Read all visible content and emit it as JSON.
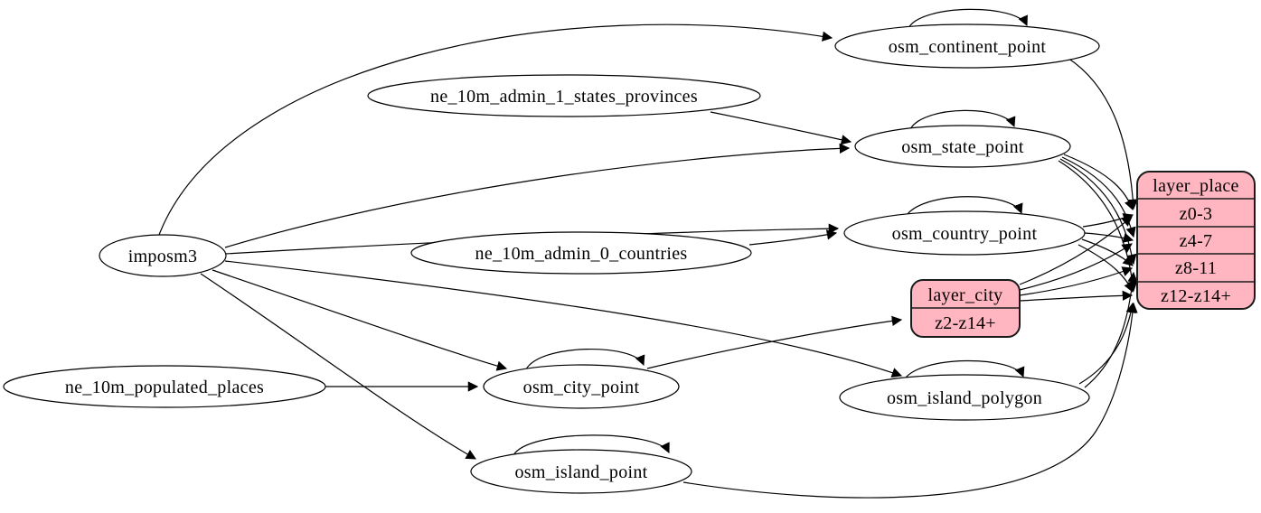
{
  "diagram": {
    "background": "#ffffff",
    "stroke_color": "#000000",
    "ellipse_fill": "#ffffff",
    "record_fill": "#ffb6c1"
  },
  "nodes": {
    "imposm3": "imposm3",
    "ne_10m_admin_1_states_provinces": "ne_10m_admin_1_states_provinces",
    "ne_10m_admin_0_countries": "ne_10m_admin_0_countries",
    "ne_10m_populated_places": "ne_10m_populated_places",
    "osm_continent_point": "osm_continent_point",
    "osm_state_point": "osm_state_point",
    "osm_country_point": "osm_country_point",
    "osm_city_point": "osm_city_point",
    "osm_island_polygon": "osm_island_polygon",
    "osm_island_point": "osm_island_point"
  },
  "records": {
    "layer_city": {
      "title": "layer_city",
      "rows": {
        "0": "z2-z14+"
      }
    },
    "layer_place": {
      "title": "layer_place",
      "rows": {
        "0": "z0-3",
        "1": "z4-7",
        "2": "z8-11",
        "3": "z12-z14+"
      }
    }
  },
  "edges": [
    {
      "from": "imposm3",
      "to": "osm_continent_point"
    },
    {
      "from": "imposm3",
      "to": "osm_state_point"
    },
    {
      "from": "imposm3",
      "to": "osm_country_point"
    },
    {
      "from": "imposm3",
      "to": "osm_city_point"
    },
    {
      "from": "imposm3",
      "to": "osm_island_polygon"
    },
    {
      "from": "imposm3",
      "to": "osm_island_point"
    },
    {
      "from": "ne_10m_admin_1_states_provinces",
      "to": "osm_state_point"
    },
    {
      "from": "ne_10m_admin_0_countries",
      "to": "osm_country_point"
    },
    {
      "from": "ne_10m_populated_places",
      "to": "osm_city_point"
    },
    {
      "from": "osm_continent_point",
      "to": "osm_continent_point"
    },
    {
      "from": "osm_state_point",
      "to": "osm_state_point"
    },
    {
      "from": "osm_country_point",
      "to": "osm_country_point"
    },
    {
      "from": "osm_city_point",
      "to": "osm_city_point"
    },
    {
      "from": "osm_island_polygon",
      "to": "osm_island_polygon"
    },
    {
      "from": "osm_island_point",
      "to": "osm_island_point"
    },
    {
      "from": "osm_continent_point",
      "to": "layer_place",
      "to_row": "z0-3"
    },
    {
      "from": "osm_state_point",
      "to": "layer_place",
      "to_row": "z0-3"
    },
    {
      "from": "osm_state_point",
      "to": "layer_place",
      "to_row": "z4-7"
    },
    {
      "from": "osm_state_point",
      "to": "layer_place",
      "to_row": "z8-11"
    },
    {
      "from": "osm_state_point",
      "to": "layer_place",
      "to_row": "z12-z14+"
    },
    {
      "from": "osm_country_point",
      "to": "layer_place",
      "to_row": "z0-3"
    },
    {
      "from": "osm_country_point",
      "to": "layer_place",
      "to_row": "z4-7"
    },
    {
      "from": "osm_country_point",
      "to": "layer_place",
      "to_row": "z8-11"
    },
    {
      "from": "osm_country_point",
      "to": "layer_place",
      "to_row": "z12-z14+"
    },
    {
      "from": "osm_city_point",
      "to": "layer_city",
      "to_row": "z2-z14+"
    },
    {
      "from": "layer_city",
      "to": "layer_place",
      "to_row": "z0-3"
    },
    {
      "from": "layer_city",
      "to": "layer_place",
      "to_row": "z4-7"
    },
    {
      "from": "layer_city",
      "to": "layer_place",
      "to_row": "z8-11"
    },
    {
      "from": "layer_city",
      "to": "layer_place",
      "to_row": "z12-z14+"
    },
    {
      "from": "osm_island_polygon",
      "to": "layer_place",
      "to_row": "z8-11"
    },
    {
      "from": "osm_island_polygon",
      "to": "layer_place",
      "to_row": "z12-z14+"
    },
    {
      "from": "osm_island_point",
      "to": "layer_place",
      "to_row": "z12-z14+"
    }
  ]
}
